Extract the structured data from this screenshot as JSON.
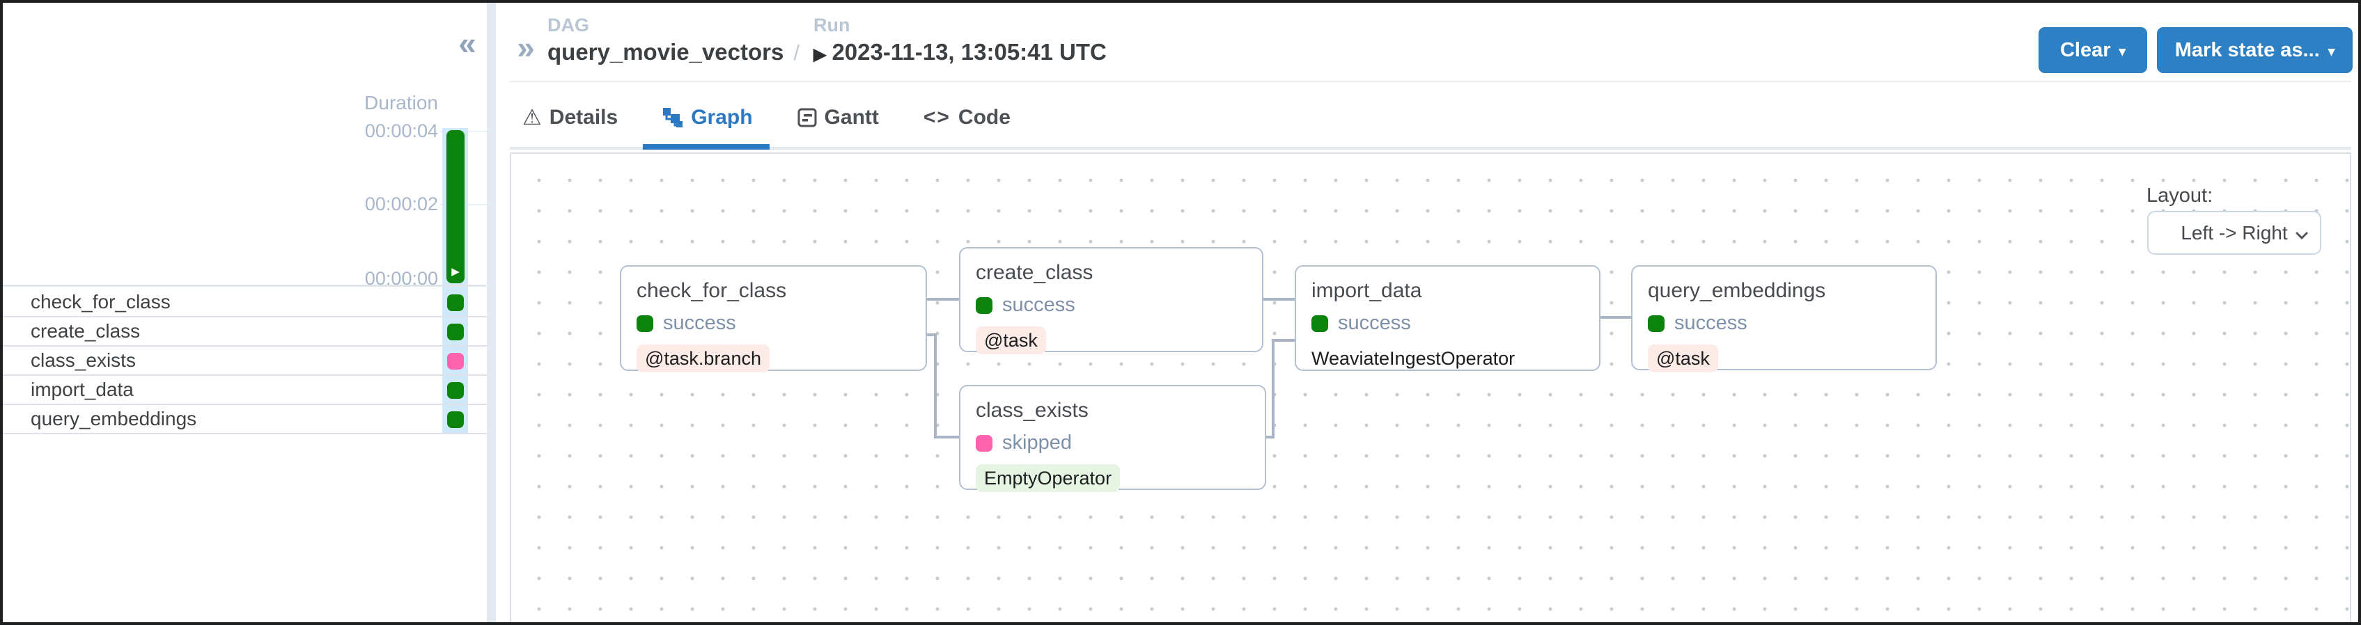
{
  "colors": {
    "accent_blue": "#2e80c4",
    "active_tab_blue": "#2b79c2",
    "success_green": "#0c840c",
    "skipped_pink": "#ff63ae",
    "selected_column_blue": "#cfe8fa",
    "task_badge_bg": "#fcebe7",
    "empty_operator_badge_bg": "#e6f4e2",
    "edge_gray": "#a9b5c4"
  },
  "sidebar": {
    "collapse_icon": "«",
    "chart": {
      "duration_label": "Duration",
      "ticks": [
        "00:00:04",
        "00:00:02",
        "00:00:00"
      ],
      "run_bar": {
        "status": "success",
        "play_icon": "▶"
      }
    },
    "tasks": [
      {
        "name": "check_for_class",
        "status": "success"
      },
      {
        "name": "create_class",
        "status": "success"
      },
      {
        "name": "class_exists",
        "status": "skipped"
      },
      {
        "name": "import_data",
        "status": "success"
      },
      {
        "name": "query_embeddings",
        "status": "success"
      }
    ]
  },
  "header": {
    "expand_icon": "»",
    "breadcrumb": {
      "dag_label": "DAG",
      "dag_name": "query_movie_vectors",
      "separator": "/",
      "run_label": "Run",
      "run_play_icon": "▶",
      "run_value": "2023-11-13, 13:05:41 UTC"
    },
    "actions": {
      "clear_label": "Clear",
      "clear_caret": "▾",
      "mark_state_label": "Mark state as...",
      "mark_state_caret": "▾"
    }
  },
  "tabs": [
    {
      "label": "Details",
      "icon": "⚠",
      "active": false
    },
    {
      "label": "Graph",
      "active": true
    },
    {
      "label": "Gantt",
      "active": false
    },
    {
      "label": "Code",
      "icon": "<>",
      "active": false
    }
  ],
  "graph": {
    "layout_label": "Layout:",
    "layout_value": "Left -> Right",
    "nodes": [
      {
        "title": "check_for_class",
        "status": "success",
        "operator": "@task.branch",
        "badge": "task"
      },
      {
        "title": "create_class",
        "status": "success",
        "operator": "@task",
        "badge": "task"
      },
      {
        "title": "class_exists",
        "status": "skipped",
        "operator": "EmptyOperator",
        "badge": "empty"
      },
      {
        "title": "import_data",
        "status": "success",
        "operator": "WeaviateIngestOperator",
        "badge": "none"
      },
      {
        "title": "query_embeddings",
        "status": "success",
        "operator": "@task",
        "badge": "task"
      }
    ],
    "edges": [
      {
        "from": "check_for_class",
        "to": "create_class"
      },
      {
        "from": "check_for_class",
        "to": "class_exists"
      },
      {
        "from": "create_class",
        "to": "import_data"
      },
      {
        "from": "class_exists",
        "to": "import_data"
      },
      {
        "from": "import_data",
        "to": "query_embeddings"
      }
    ]
  }
}
